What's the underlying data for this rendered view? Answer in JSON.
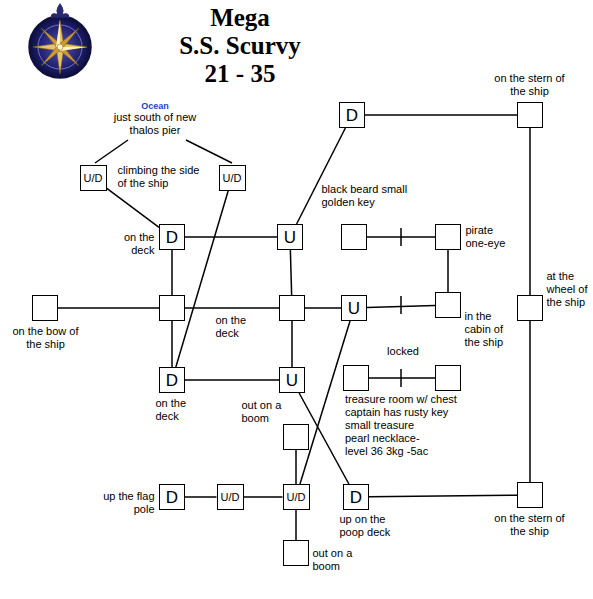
{
  "diagram": {
    "title": "S.S. Scurvy",
    "nodes": [
      {
        "text": [
          "U/D",
          "climbing the side of the ship"
        ]
      },
      {
        "text": [
          "U/D"
        ]
      },
      {
        "text": [
          "D",
          "on the deck"
        ]
      },
      {
        "text": [
          "U",
          "black beard small golden key"
        ]
      },
      {
        "text": [
          "D"
        ]
      },
      {
        "text": []
      },
      {
        "text": [
          "pirate one-eye"
        ]
      },
      {
        "text": [
          "on the stern of the ship"
        ]
      },
      {
        "text": [
          "on the bow of the ship"
        ]
      },
      {
        "text": []
      },
      {
        "text": [
          "on the deck"
        ]
      },
      {
        "text": [
          "U"
        ]
      },
      {
        "text": [
          "in the cabin of the ship"
        ]
      },
      {
        "text": [
          "at the wheel of the ship"
        ]
      },
      {
        "text": [
          "D",
          "on the deck"
        ]
      },
      {
        "text": [
          "U"
        ]
      },
      {
        "text": []
      },
      {
        "text": []
      },
      {
        "text": [
          "out on a boom"
        ]
      },
      {
        "text": [
          "D",
          "up the flag pole"
        ]
      },
      {
        "text": [
          "U/D"
        ]
      },
      {
        "text": [
          "U/D"
        ]
      },
      {
        "text": [
          "D",
          "up on the poop deck"
        ]
      },
      {
        "text": [
          "on the stern of the ship"
        ]
      },
      {
        "text": [
          "out on a boom"
        ]
      }
    ],
    "edges": [
      {
        "from": 0,
        "to": 2,
        "arrow": "none"
      },
      {
        "from": 1,
        "to": 14,
        "arrow": "none"
      },
      {
        "from": 2,
        "to": 3,
        "arrow": "none"
      },
      {
        "from": 3,
        "to": 4,
        "arrow": "none"
      },
      {
        "from": 4,
        "to": 7,
        "arrow": "none"
      },
      {
        "from": 7,
        "to": 13,
        "arrow": "none"
      },
      {
        "from": 13,
        "to": 23,
        "arrow": "none"
      },
      {
        "from": 5,
        "to": 6,
        "arrow": "none"
      },
      {
        "from": 6,
        "to": 12,
        "arrow": "none"
      },
      {
        "from": 2,
        "to": 9,
        "arrow": "none"
      },
      {
        "from": 9,
        "to": 14,
        "arrow": "none"
      },
      {
        "from": 8,
        "to": 9,
        "arrow": "none"
      },
      {
        "from": 9,
        "to": 10,
        "arrow": "none"
      },
      {
        "from": 10,
        "to": 11,
        "arrow": "none"
      },
      {
        "from": 11,
        "to": 12,
        "arrow": "none"
      },
      {
        "from": 3,
        "to": 10,
        "arrow": "none"
      },
      {
        "from": 10,
        "to": 15,
        "arrow": "none"
      },
      {
        "from": 14,
        "to": 15,
        "arrow": "none"
      },
      {
        "from": 15,
        "to": 22,
        "arrow": "none"
      },
      {
        "from": 11,
        "to": 21,
        "arrow": "none"
      },
      {
        "from": 18,
        "to": 21,
        "arrow": "none"
      },
      {
        "from": 21,
        "to": 24,
        "arrow": "none"
      },
      {
        "from": 19,
        "to": 20,
        "arrow": "none"
      },
      {
        "from": 20,
        "to": 21,
        "arrow": "none"
      },
      {
        "from": 22,
        "to": 23,
        "arrow": "none"
      },
      {
        "from": 16,
        "to": 17,
        "arrow": "none"
      }
    ],
    "labels": [
      "Mega",
      "21 - 35",
      "Ocean",
      "just south of new thalos pier",
      "locked",
      "treasure room w/ chest",
      "captain has rusty key",
      "small treasure",
      "pearl necklace-",
      "level 36 3kg -5ac"
    ]
  }
}
